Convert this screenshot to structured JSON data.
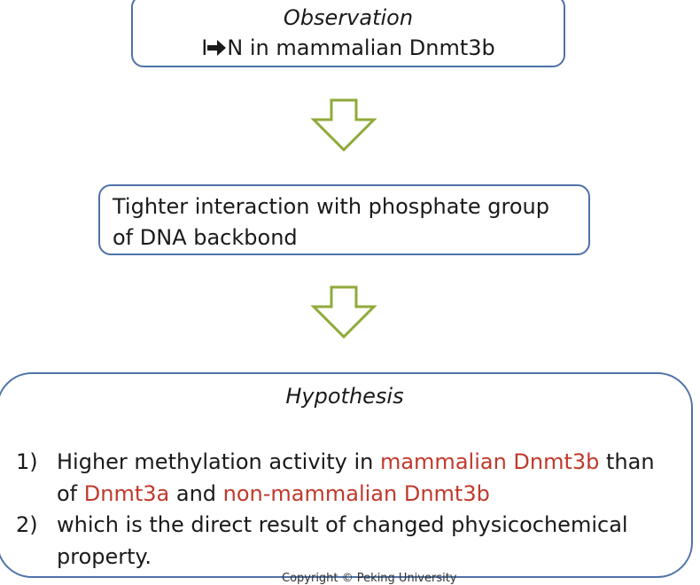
{
  "observation": {
    "title": "Observation",
    "mut_from": "I",
    "mut_rest": "N in mammalian Dnmt3b"
  },
  "interaction": {
    "text": "Tighter interaction with phosphate group of DNA backbond"
  },
  "hypothesis": {
    "title": "Hypothesis",
    "items": [
      {
        "num": "1)",
        "seg1": "Higher methylation activity in ",
        "red1": "mammalian Dnmt3b",
        "seg2": " than of ",
        "red2": "Dnmt3a",
        "seg3": " and ",
        "red3": "non-mammalian Dnmt3b"
      },
      {
        "num": "2)",
        "text": "which is the direct result of changed physicochemical property."
      }
    ]
  },
  "footer": {
    "copyright": "Copyright © Peking University"
  },
  "colors": {
    "box_border": "#4f72a8",
    "arrow_stroke": "#8faa3a",
    "highlight_red": "#c0392b"
  },
  "icons": {
    "mutation_arrow": "heavy-right-arrow",
    "flow_arrow": "hollow-down-arrow"
  }
}
